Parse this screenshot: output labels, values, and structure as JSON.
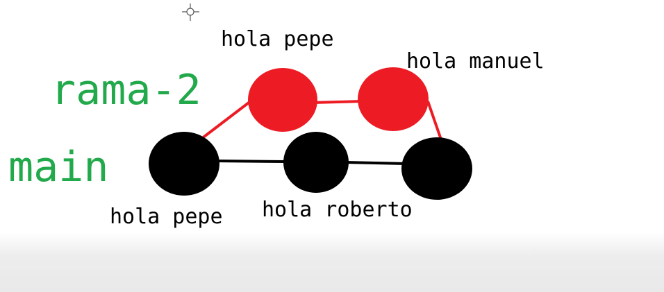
{
  "colors": {
    "branch_label": "#22a94b",
    "main_branch": "#000000",
    "feature_branch": "#ed1c24"
  },
  "branches": {
    "feature": "rama-2",
    "main": "main"
  },
  "commits": {
    "feature": [
      {
        "message": "hola pepe"
      },
      {
        "message": "hola manuel"
      }
    ],
    "main": [
      {
        "message": "hola pepe"
      },
      {
        "message": "hola roberto"
      },
      {
        "message": ""
      }
    ]
  },
  "cursor": {
    "icon": "crosshair-icon"
  }
}
